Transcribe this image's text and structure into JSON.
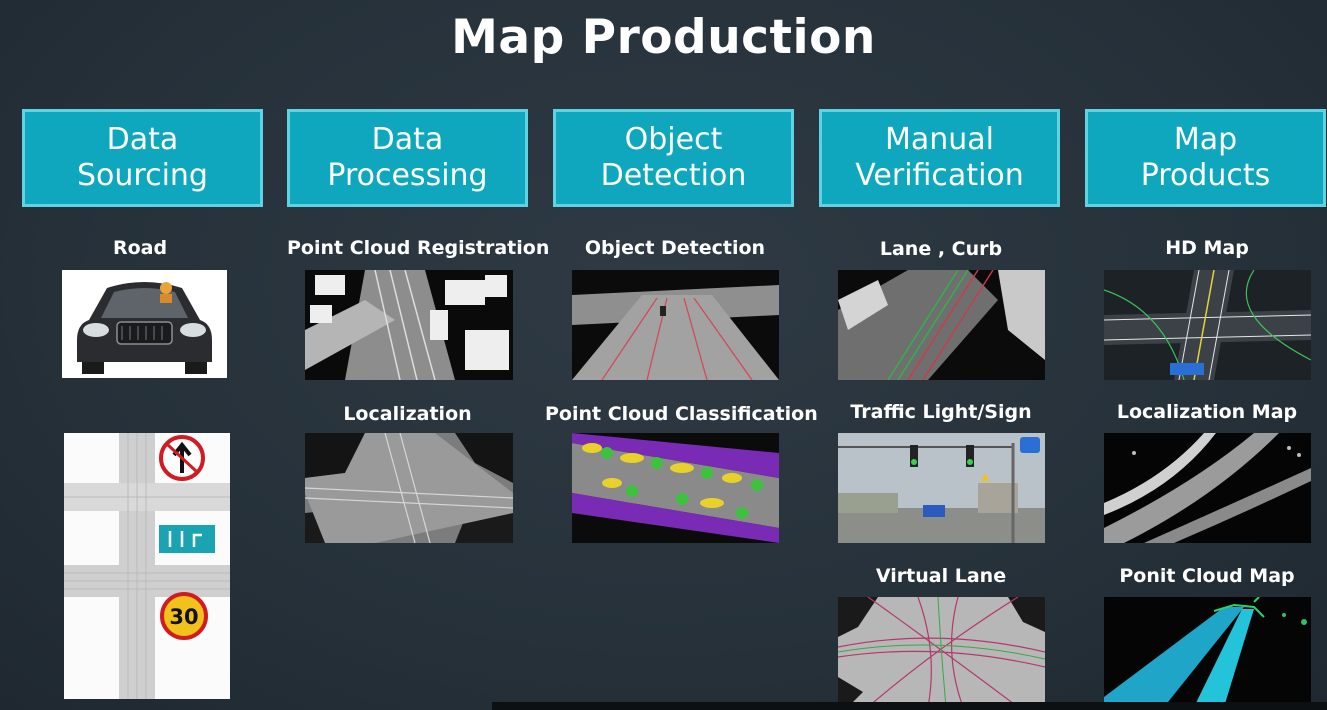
{
  "title": "Map Production",
  "columns": [
    {
      "header": "Data\nSourcing",
      "items": [
        "Road",
        ""
      ]
    },
    {
      "header": "Data\nProcessing",
      "items": [
        "Point Cloud Registration",
        "Localization"
      ]
    },
    {
      "header": "Object\nDetection",
      "items": [
        "Object Detection",
        "Point Cloud Classification"
      ]
    },
    {
      "header": "Manual\nVerification",
      "items": [
        "Lane , Curb",
        "Traffic Light/Sign",
        "Virtual Lane"
      ]
    },
    {
      "header": "Map\nProducts",
      "items": [
        "HD Map",
        "Localization Map",
        "Ponit Cloud Map"
      ]
    }
  ],
  "sign_texts": {
    "speed_limit": "30"
  },
  "colors": {
    "header_fill": "#0fa7bd",
    "header_border": "#5fd3e3",
    "background": "#28333c"
  }
}
